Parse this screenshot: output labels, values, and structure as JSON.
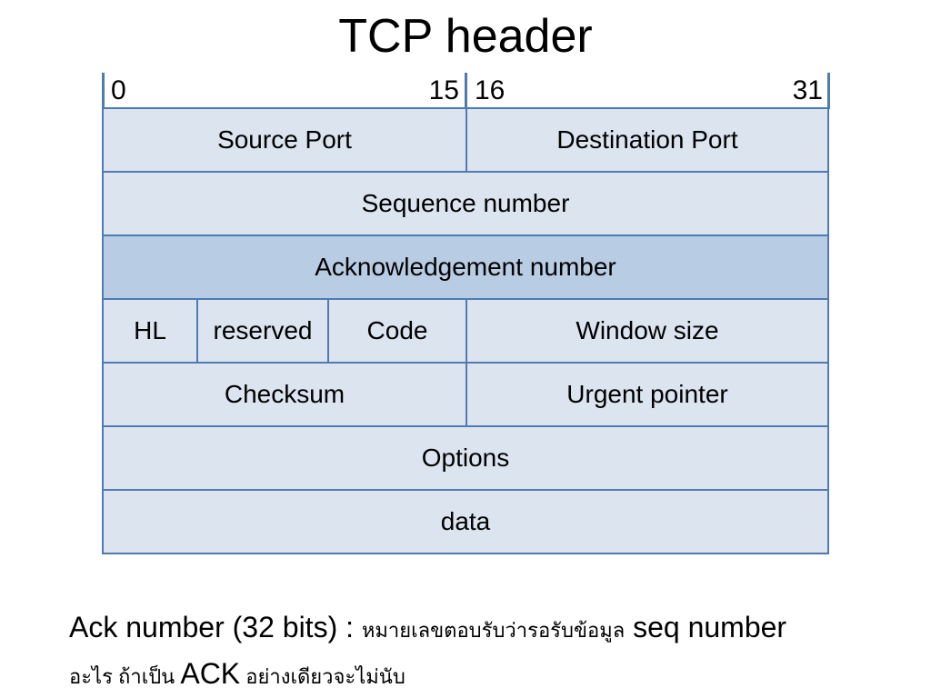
{
  "title": "TCP header",
  "bit_labels": {
    "b0": "0",
    "b15": "15",
    "b16": "16",
    "b31": "31"
  },
  "rows": [
    [
      {
        "label": "Source Port",
        "span": 16
      },
      {
        "label": "Destination  Port",
        "span": 16
      }
    ],
    [
      {
        "label": "Sequence  number",
        "span": 32
      }
    ],
    [
      {
        "label": "Acknowledgement   number",
        "span": 32,
        "highlight": true
      }
    ],
    [
      {
        "label": "HL",
        "span": 4
      },
      {
        "label": "reserved",
        "span": 6
      },
      {
        "label": "Code",
        "span": 6
      },
      {
        "label": "Window  size",
        "span": 16
      }
    ],
    [
      {
        "label": "Checksum",
        "span": 16
      },
      {
        "label": "Urgent  pointer",
        "span": 16
      }
    ],
    [
      {
        "label": "Options",
        "span": 32
      }
    ],
    [
      {
        "label": "data",
        "span": 32
      }
    ]
  ],
  "note": {
    "l1_a": "Ack number (32 bits) : ",
    "l1_b": "หมายเลขตอบรับว่ารอรับข้อมูล",
    "l1_c": " seq number",
    "l2_a": "อะไร ถ้าเป็น ",
    "l2_b": "ACK",
    "l2_c": " อย่างเดียวจะไม่นับ"
  },
  "colors": {
    "cell_fill": "#dbe4ef",
    "highlight_fill": "#b8cce4",
    "border": "#4f7bb1"
  }
}
